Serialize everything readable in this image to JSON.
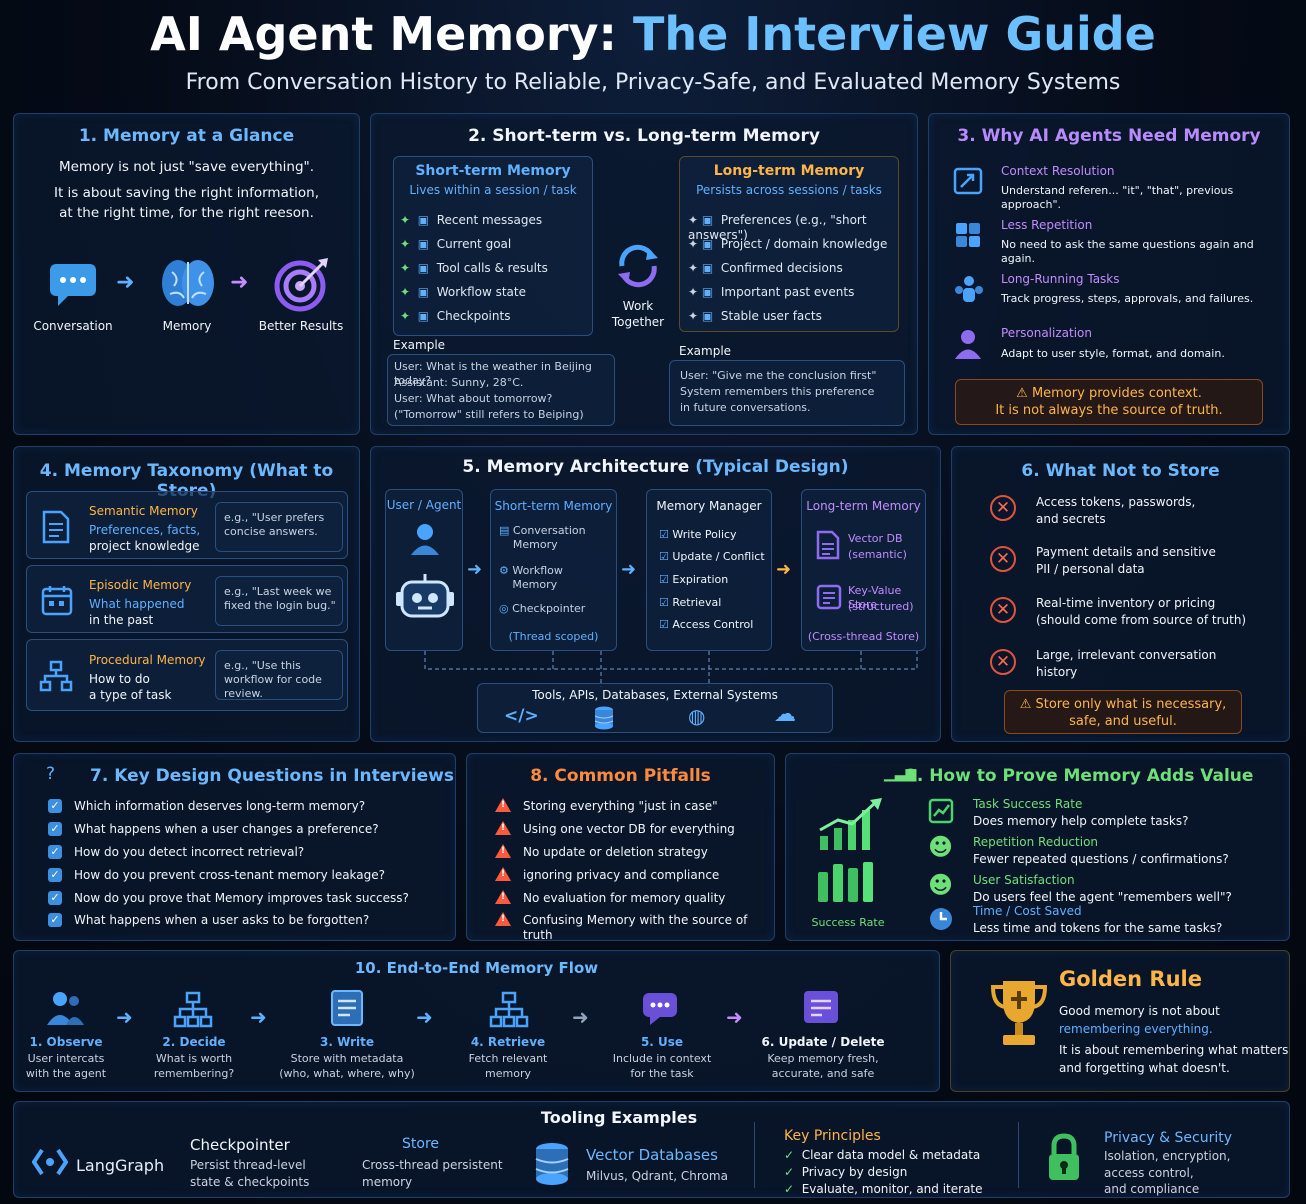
{
  "header": {
    "title_white": "AI Agent Memory:",
    "title_blue": "The Interview Guide",
    "subtitle": "From Conversation History to Reliable, Privacy-Safe, and Evaluated Memory Systems"
  },
  "p1": {
    "title": "1. Memory at a Glance",
    "line1": "Memory is not just \"save everything\".",
    "line2": "It is about saving the right information,",
    "line3": "at the right time, for the right reeson.",
    "icons": [
      {
        "label": "Conversation",
        "icon": "chat-bubble-icon"
      },
      {
        "label": "Memory",
        "icon": "brain-icon"
      },
      {
        "label": "Better Results",
        "icon": "target-icon"
      }
    ]
  },
  "p2": {
    "title": "2. Short-term vs. Long-term Memory",
    "short": {
      "title": "Short-term Memory",
      "subtitle": "Lives within a session / task",
      "items": [
        "Recent messages",
        "Current goal",
        "Tool calls & results",
        "Workflow state",
        "Checkpoints"
      ]
    },
    "long": {
      "title": "Long-term Memory",
      "subtitle": "Persists across sessions / tasks",
      "items": [
        "Preferences (e.g., \"short answers\")",
        "Project / domain knowledge",
        "Confirmed decisions",
        "Important past events",
        "Stable user facts"
      ]
    },
    "center": "Work Together",
    "example_label": "Example",
    "ex1": [
      "User: What is the weather in Beijing today?",
      "Assistant: Sunny, 28°C.",
      "User: What about tomorrow?",
      "(\"Tomorrow\" still refers to Beiping)"
    ],
    "ex2_label": "Example",
    "ex2": [
      "User: \"Give me the conclusion first\"",
      "System remembers this preference",
      "in future conversations."
    ]
  },
  "p3": {
    "title": "3. Why AI Agents Need Memory",
    "items": [
      {
        "title": "Context Resolution",
        "desc": "Understand referen... \"it\", \"that\", previous approach\"."
      },
      {
        "title": "Less Repetition",
        "desc": "No need to ask the same questions again and again."
      },
      {
        "title": "Long-Running Tasks",
        "desc": "Track progress, steps, approvals, and failures."
      },
      {
        "title": "Personalization",
        "desc": "Adapt to user style, format, and domain."
      }
    ],
    "warn1": "Memory provides context.",
    "warn2": "It is not always the source of truth."
  },
  "p4": {
    "title": "4. Memory Taxonomy (What to Store)",
    "items": [
      {
        "name": "Semantic Memory",
        "l1": "Preferences, facts,",
        "l2": "project knowledge",
        "ex": "e.g., \"User prefers concise answers."
      },
      {
        "name": "Episodic Memory",
        "l1": "What happened",
        "l2": "in the past",
        "ex": "e.g., \"Last week we fixed the login bug.\""
      },
      {
        "name": "Procedural Memory",
        "l1": "How to do",
        "l2": "a type of task",
        "ex": "e.g., \"Use this workflow for code review."
      }
    ]
  },
  "p5": {
    "title_white": "5. Memory Architecture",
    "title_blue": "(Typical Design)",
    "user": "User / Agent",
    "short": {
      "title": "Short-term Memory",
      "items": [
        "Conversation Memory",
        "Workflow Memory",
        "Checkpointer"
      ],
      "foot": "(Thread scoped)"
    },
    "manager": {
      "title": "Memory Manager",
      "items": [
        "Write Policy",
        "Update / Conflict",
        "Expiration",
        "Retrieval",
        "Access Control"
      ]
    },
    "long": {
      "title": "Long-term Memory",
      "items": [
        {
          "l1": "Vector DB",
          "l2": "(semantic)"
        },
        {
          "l1": "Key-Value Store",
          "l2": "(structured)"
        }
      ],
      "foot": "(Cross-thread Store)"
    },
    "tools": "Tools, APIs, Databases, External Systems"
  },
  "p6": {
    "title": "6. What Not to Store",
    "items": [
      {
        "l1": "Access tokens, passwords,",
        "l2": "and secrets"
      },
      {
        "l1": "Payment details and sensitive",
        "l2": "PII / personal data"
      },
      {
        "l1": "Real-time inventory or pricing",
        "l2": "(should come from source of truth)"
      },
      {
        "l1": "Large, irrelevant conversation",
        "l2": "history"
      }
    ],
    "warn1": "Store only what is necessary,",
    "warn2": "safe, and useful."
  },
  "p7": {
    "title": "7. Key Design Questions in Interviews",
    "items": [
      "Which information deserves long-term memory?",
      "What happens when a user changes a preference?",
      "How do you detect incorrect retrieval?",
      "How do you prevent cross-tenant memory leakage?",
      "Now do you prove that Memory improves task success?",
      "What happens when a user asks to be forgotten?"
    ]
  },
  "p8": {
    "title": "8. Common Pitfalls",
    "items": [
      "Storing everything \"just in case\"",
      "Using one vector DB for everything",
      "No update or deletion strategy",
      "ignoring privacy and compliance",
      "No evaluation for memory quality",
      "Confusing Memory with the source of truth"
    ]
  },
  "p9": {
    "title": "9. How to Prove Memory Adds Value",
    "chart_caption": "Success Rate",
    "items": [
      {
        "title": "Task Success Rate",
        "desc": "Does memory help complete tasks?"
      },
      {
        "title": "Repetition Reduction",
        "desc": "Fewer repeated questions / confirmations?"
      },
      {
        "title": "User Satisfaction",
        "desc": "Do users feel the agent \"remembers well\"?"
      },
      {
        "title": "Time / Cost Saved",
        "desc": "Less time and tokens for the same tasks?"
      }
    ]
  },
  "p10": {
    "title": "10. End-to-End Memory Flow",
    "steps": [
      {
        "title": "1. Observe",
        "l1": "User intercats",
        "l2": "with the agent"
      },
      {
        "title": "2. Decide",
        "l1": "What is worth",
        "l2": "remembering?"
      },
      {
        "title": "3. Write",
        "l1": "Store with metadata",
        "l2": "(who, what, where, why)"
      },
      {
        "title": "4. Retrieve",
        "l1": "Fetch relevant",
        "l2": "memory"
      },
      {
        "title": "5. Use",
        "l1": "Include in context",
        "l2": "for the task"
      },
      {
        "title": "6. Update / Delete",
        "l1": "Keep memory fresh,",
        "l2": "accurate, and safe"
      }
    ]
  },
  "golden": {
    "title": "Golden Rule",
    "l1": "Good memory is not about",
    "l2": "remembering everything.",
    "l3": "It is about remembering what matters",
    "l4": "and forgetting what doesn't."
  },
  "tooling": {
    "title": "Tooling Examples",
    "langgraph": "LangGraph",
    "checkpointer": {
      "title": "Checkpointer",
      "l1": "Persist thread-level",
      "l2": "state & checkpoints"
    },
    "store": {
      "title": "Store",
      "l1": "Cross-thread persistent",
      "l2": "memory"
    },
    "vector": {
      "title": "Vector Databases",
      "l1": "Milvus, Qdrant, Chroma"
    },
    "principles": {
      "title": "Key Principles",
      "items": [
        "Clear data model & metadata",
        "Privacy by design",
        "Evaluate, monitor, and iterate"
      ]
    },
    "privacy": {
      "title": "Privacy & Security",
      "l1": "Isolation, encryption,",
      "l2": "access control,",
      "l3": "and compliance"
    }
  },
  "colors": {
    "blue": "#5fb0ff",
    "orange": "#ffb547",
    "purple": "#c38cff",
    "green": "#6ee07a",
    "red": "#ff6a4d",
    "panel_border": "#1f3f68"
  }
}
